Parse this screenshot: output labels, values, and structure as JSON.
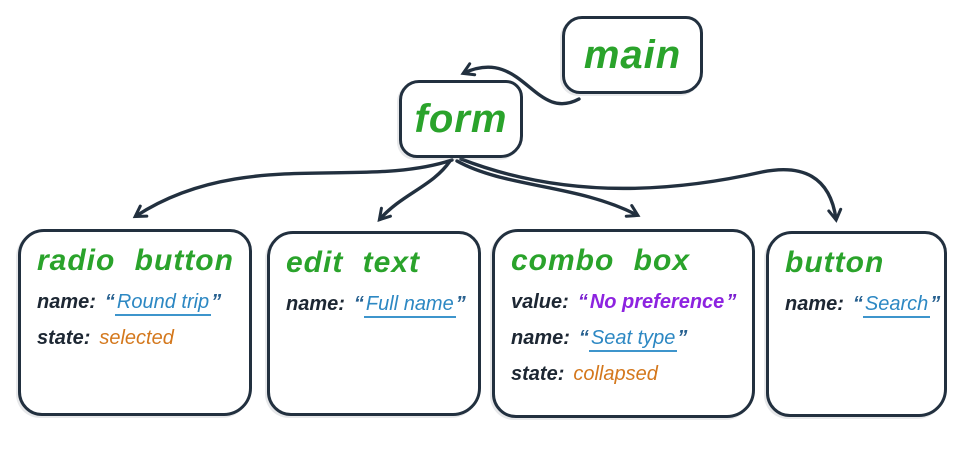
{
  "diagram": {
    "type": "accessibility-tree",
    "colors": {
      "ink": "#22303f",
      "role_green": "#2aa32b",
      "name_blue": "#2d88c3",
      "value_purple": "#8d23e0",
      "state_orange": "#d4781d"
    },
    "edges": [
      {
        "from": "main",
        "to": "form"
      },
      {
        "from": "form",
        "to": "radio button"
      },
      {
        "from": "form",
        "to": "edit text"
      },
      {
        "from": "form",
        "to": "combo box"
      },
      {
        "from": "form",
        "to": "button"
      }
    ]
  },
  "tree": {
    "root": {
      "label": "main"
    },
    "form": {
      "label": "form"
    },
    "children": [
      {
        "title": "radio button",
        "props": [
          {
            "key": "name:",
            "quote_open": "“",
            "value": "Round trip",
            "quote_close": "”"
          },
          {
            "key": "state:",
            "value": "selected"
          }
        ]
      },
      {
        "title": "edit text",
        "props": [
          {
            "key": "name:",
            "quote_open": "“",
            "value": "Full name",
            "quote_close": "”"
          }
        ]
      },
      {
        "title": "combo box",
        "props": [
          {
            "key": "value:",
            "quote_open": "“",
            "value": "No preference",
            "quote_close": "”"
          },
          {
            "key": "name:",
            "quote_open": "“",
            "value": "Seat type",
            "quote_close": "”"
          },
          {
            "key": "state:",
            "value": "collapsed"
          }
        ]
      },
      {
        "title": "button",
        "props": [
          {
            "key": "name:",
            "quote_open": "“",
            "value": "Search",
            "quote_close": "”"
          }
        ]
      }
    ]
  }
}
